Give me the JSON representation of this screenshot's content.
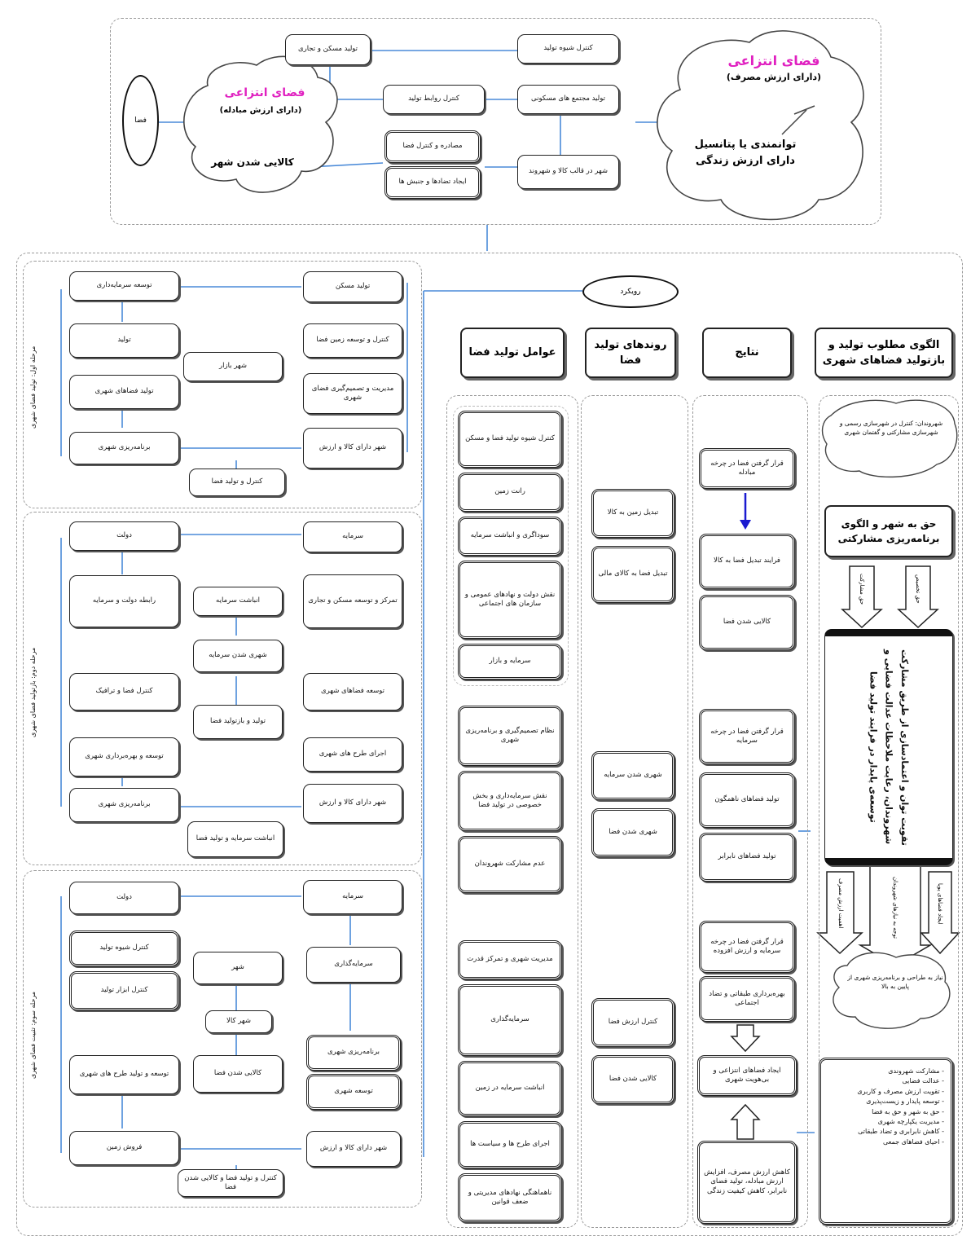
{
  "colors": {
    "magenta": "#e020c0",
    "arrow_blue": "#4a8ad8",
    "dark_arrow": "#1a1ad0"
  },
  "top": {
    "cloud_right": {
      "title": "فضای انتزاعی",
      "subtitle": "(دارای ارزش مصرف)",
      "body": "توانمندی یا پتانسیل دارای ارزش زندگی"
    },
    "cloud_left": {
      "title": "فضای انتزاعی",
      "subtitle": "(دارای ارزش مبادله)",
      "body": "کالایی شدن شهر"
    },
    "oval": "فضا",
    "boxes": {
      "b1": "کنترل شیوه تولید",
      "b2": "تولید مسکن و تجاری",
      "b3": "تولید مجتمع های مسکونی",
      "b4": "کنترل روابط تولید",
      "b5": "شهر در قالب کالا و شهروند",
      "b6": "مصادره و کنترل فضا",
      "b7": "ایجاد تضادها و جنبش ها"
    }
  },
  "right_col": {
    "header": "الگوی مطلوب تولید و بازتولید فضاهای شهری",
    "note": "شهروندان: کنترل در شهرسازی رسمی و شهرسازی مشارکتی و گفتمان شهری",
    "box_title": "حق به شهر و الگوی برنامه‌ریزی مشارکتی",
    "tall": "تقویت توان و اعتمادسازی از طریق مشارکت شهروندان، رعایت ملاحظات عدالت فضایی و توسعه‌ی پایدار در فرایند تولید فضا",
    "arrow_labels": [
      "حق مشارکت",
      "حق تخصیص"
    ],
    "bottom_arrows": [
      "اهمیت ارزش مصرف",
      "توجه به نیازهای شهروندان",
      "ایجاد فضاهای پویا"
    ],
    "cloud_note": "نیاز به طراحی و برنامه‌ریزی شهری از پایین به بالا",
    "list": "- مشارکت شهروندی\n- عدالت فضایی\n- تقویت ارزش مصرف و کاربری\n- توسعه پایدار و زیست‌پذیری\n- حق به شهر و حق به فضا\n- مدیریت یکپارچه شهری\n- کاهش نابرابری و تضاد طبقاتی\n- احیای فضاهای جمعی"
  },
  "cols": {
    "results": "نتایج",
    "processes": "روندهای تولید فضا",
    "factors": "عوامل تولید فضا"
  },
  "oval_center": "رویکرد",
  "results_boxes": [
    "قرار گرفتن فضا در چرخه مبادله",
    "فرایند تبدیل فضا به کالا",
    "کالایی شدن فضا",
    "قرار گرفتن فضا در چرخه سرمایه",
    "تولید فضاهای ناهمگون",
    "تولید فضاهای نابرابر",
    "قرار گرفتن فضا در چرخه سرمایه و ارزش افزوده",
    "بهره‌برداری طبقاتی و تضاد اجتماعی",
    "ایجاد فضاهای انتزاعی و بی‌هویت شهری",
    "کاهش ارزش مصرف، افزایش ارزش مبادله، تولید فضای نابرابر، کاهش کیفیت زندگی"
  ],
  "process_boxes": [
    "تبدیل زمین به کالا",
    "تبدیل فضا به کالای مالی",
    "شهری شدن سرمایه",
    "شهری شدن فضا",
    "کنترل ارزش فضا",
    "کالایی شدن فضا"
  ],
  "factor_boxes": [
    "کنترل شیوه تولید فضا و مسکن",
    "رانت زمین",
    "سوداگری و انباشت سرمایه",
    "نقش دولت و نهادهای عمومی و سازمان های اجتماعی",
    "سرمایه و بازار",
    "نظام تصمیم‌گیری و برنامه‌ریزی شهری",
    "نقش سرمایه‌داری و بخش خصوصی در تولید فضا",
    "عدم مشارکت شهروندان",
    "مدیریت شهری و تمرکز قدرت",
    "سرمایه‌گذاری",
    "انباشت سرمایه در زمین",
    "اجرای طرح ها و سیاست ها",
    "ناهماهنگی نهادهای مدیریتی و ضعف قوانین"
  ],
  "sections": [
    {
      "label": "مرحله اول: تولید فضای شهری",
      "boxes": [
        "توسعه سرمایه‌داری",
        "تولید مسکن",
        "تولید",
        "کنترل و توسعه زمین فضا",
        "شهر بازار",
        "تولید فضاهای شهری",
        "مدیریت و تصمیم‌گیری فضای شهری",
        "برنامه‌ریزی شهری",
        "شهر دارای کالا و ارزش",
        "کنترل و تولید فضا"
      ]
    },
    {
      "label": "مرحله دوم: بازتولید فضای شهری",
      "boxes": [
        "دولت",
        "سرمایه",
        "رابطه دولت و سرمایه",
        "انباشت سرمایه",
        "تمرکز و توسعه مسکن و تجاری",
        "شهری شدن سرمایه",
        "کنترل فضا و ترافیک",
        "توسعه فضاهای شهری",
        "تولید و بازتولید فضا",
        "توسعه و بهره‌برداری شهری",
        "اجرای طرح های شهری",
        "برنامه‌ریزی شهری",
        "شهر دارای کالا و ارزش",
        "انباشت سرمایه و تولید فضا"
      ]
    },
    {
      "label": "مرحله سوم: تثبیت فضای شهری",
      "boxes": [
        "دولت",
        "سرمایه",
        "کنترل شیوه تولید",
        "کنترل ابزار تولید",
        "شهر",
        "سرمایه‌گذاری",
        "شهر کالا",
        "کالایی شدن فضا",
        "توسعه و تولید طرح های شهری",
        "برنامه‌ریزی شهری",
        "توسعه شهری",
        "فروش زمین",
        "شهر دارای کالا و ارزش",
        "کنترل و تولید فضا و کالایی شدن فضا"
      ]
    }
  ]
}
